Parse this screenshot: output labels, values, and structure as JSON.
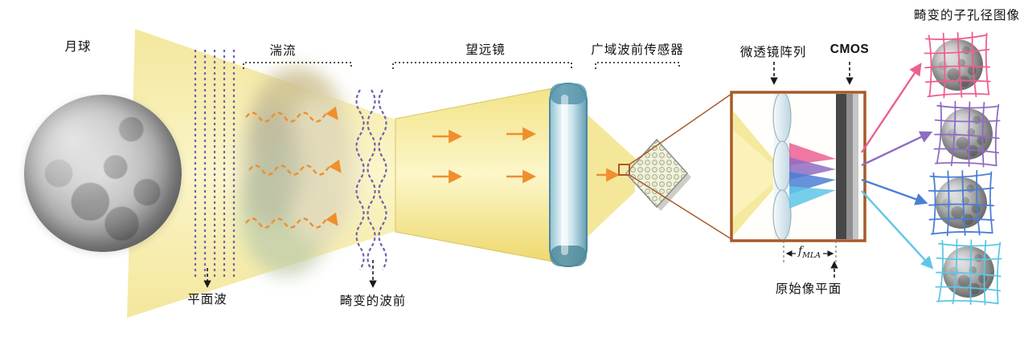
{
  "figure": {
    "labels": {
      "moon": "月球",
      "plane_wave": "平面波",
      "turbulence": "湍流",
      "distorted_wavefront": "畸变的波前",
      "telescope": "望远镜",
      "wide_field_sensor": "广域波前传感器",
      "microlens_array": "微透镜阵列",
      "cmos": "CMOS",
      "focal_symbol": "f",
      "focal_subscript": "MLA",
      "native_image_plane": "原始像平面",
      "distorted_subapertures": "畸变的子孔径图像"
    },
    "colors": {
      "beam_yellow": "#f2e183",
      "wavefront_purple": "#6f63ab",
      "arrow_orange": "#ef8f2d",
      "inset_brown": "#a65a28",
      "ray_pink": "#ec5f93",
      "ray_purple": "#8f6cc3",
      "ray_blue": "#4a7fd4",
      "ray_cyan": "#5fc6e6",
      "lens_blue": "#7fb0c4",
      "cmos_dark": "#474747"
    },
    "subapertures": [
      {
        "id": "pink",
        "color": "#ec5f93"
      },
      {
        "id": "purple",
        "color": "#8f6cc3"
      },
      {
        "id": "blue",
        "color": "#4a7fd4"
      },
      {
        "id": "cyan",
        "color": "#5fc6e6"
      }
    ]
  }
}
